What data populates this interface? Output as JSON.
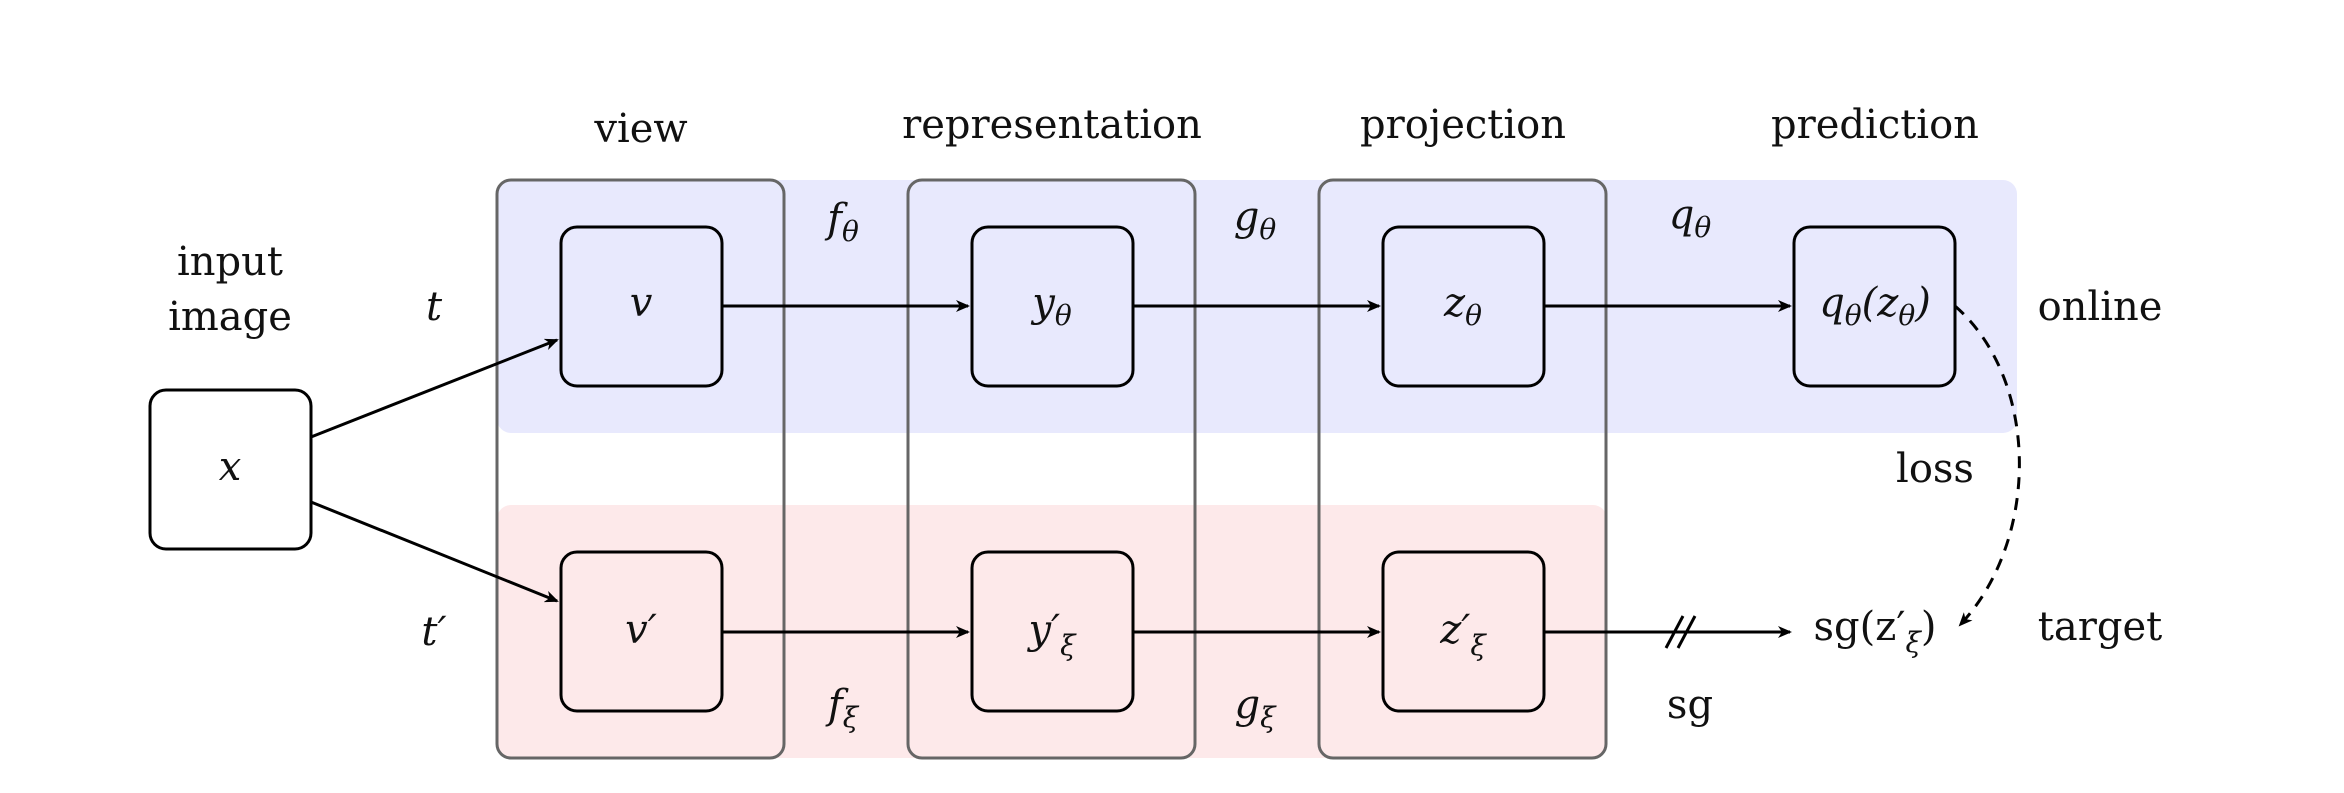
{
  "columns": {
    "view": "view",
    "representation": "representation",
    "projection": "projection",
    "prediction": "prediction"
  },
  "input_label_line1": "input",
  "input_label_line2": "image",
  "rows": {
    "online": "online",
    "target": "target"
  },
  "nodes": {
    "x": "x",
    "v": "v",
    "v_prime": "v′",
    "y_theta": {
      "base": "y",
      "sub": "θ"
    },
    "y_xi": {
      "base": "y′",
      "sub": "ξ"
    },
    "z_theta": {
      "base": "z",
      "sub": "θ"
    },
    "z_xi": {
      "base": "z′",
      "sub": "ξ"
    },
    "q_theta_z": {
      "pre": "q",
      "pre_sub": "θ",
      "mid": "(z",
      "mid_sub": "θ",
      "post": ")"
    },
    "sg_z": {
      "pre": "sg(z′",
      "sub": "ξ",
      "post": ")"
    }
  },
  "edges": {
    "t": "t",
    "t_prime": "t′",
    "f_theta": {
      "base": "f",
      "sub": "θ"
    },
    "f_xi": {
      "base": "f",
      "sub": "ξ"
    },
    "g_theta": {
      "base": "g",
      "sub": "θ"
    },
    "g_xi": {
      "base": "g",
      "sub": "ξ"
    },
    "q_theta": {
      "base": "q",
      "sub": "θ"
    },
    "sg": "sg",
    "loss": "loss"
  },
  "colors": {
    "online_band": "#e8e9fd",
    "target_band": "#fde9ea",
    "column_border": "#666666",
    "node_border": "#000000"
  }
}
